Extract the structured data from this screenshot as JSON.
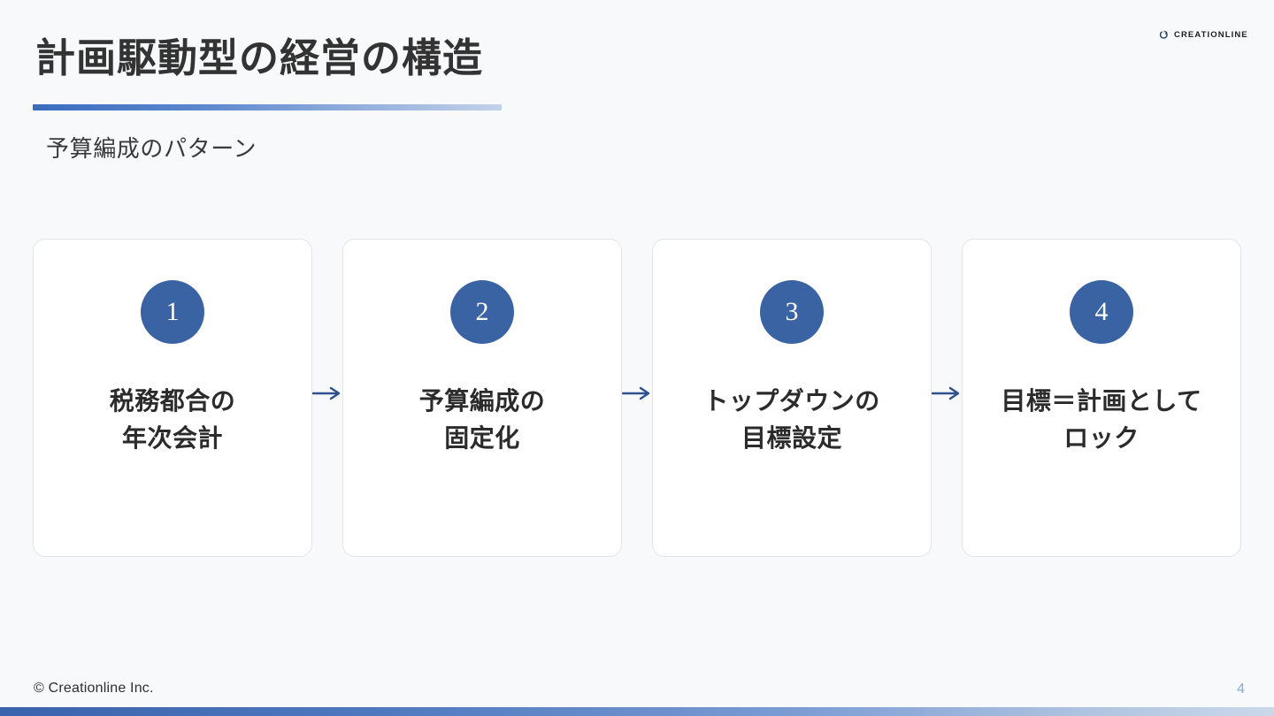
{
  "brand": {
    "logo_text": "CREATIONLINE",
    "logo_icon": "creationline-circle-mark",
    "accent_blue": "#3a63a4",
    "rule_gradient_start": "#3a6cbe",
    "rule_gradient_end": "#c3d2e9",
    "background": "#f7f9fa"
  },
  "header": {
    "title": "計画駆動型の経営の構造",
    "subtitle": "予算編成のパターン"
  },
  "flow": {
    "arrow_glyph": "→",
    "steps": [
      {
        "number": "1",
        "line1": "税務都合の",
        "line2": "年次会計"
      },
      {
        "number": "2",
        "line1": "予算編成の",
        "line2": "固定化"
      },
      {
        "number": "3",
        "line1": "トップダウンの",
        "line2": "目標設定"
      },
      {
        "number": "4",
        "line1": "目標＝計画として",
        "line2": "ロック"
      }
    ]
  },
  "footer": {
    "copyright": "© Creationline Inc.",
    "page_number": "4"
  }
}
